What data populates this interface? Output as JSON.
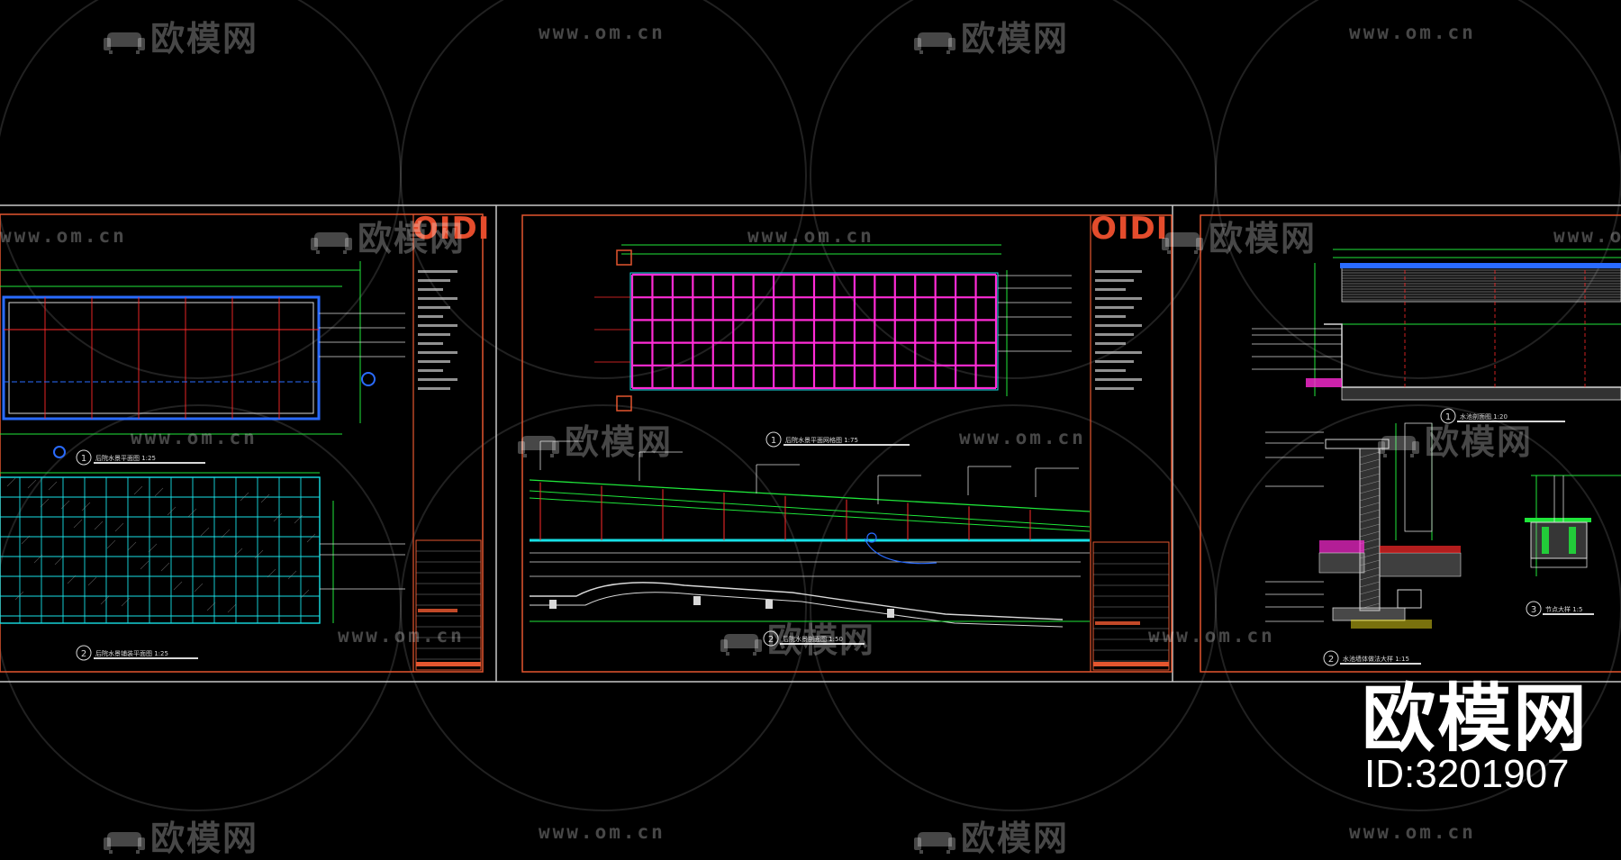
{
  "watermark": {
    "brand_cn": "欧模网",
    "url": "www.om.cn"
  },
  "corner_brand": {
    "name": "欧模网",
    "id_text": "ID:3201907"
  },
  "sheets": [
    {
      "logo": "OIDI",
      "callouts": [
        {
          "number": "1",
          "title": "后院水景平面图 1:25"
        },
        {
          "number": "2",
          "title": "后院水景铺装平面图 1:25"
        }
      ]
    },
    {
      "logo": "OIDI",
      "callouts": [
        {
          "number": "1",
          "title": "后院水景平面网格图 1:75"
        },
        {
          "number": "2",
          "title": "后院水景剖面图 1:50"
        }
      ]
    },
    {
      "logo": "",
      "callouts": [
        {
          "number": "1",
          "title": "水池剖面图 1:20"
        },
        {
          "number": "2",
          "title": "水池墙体做法大样 1:15"
        },
        {
          "number": "3",
          "title": "节点大样 1:5"
        }
      ]
    }
  ],
  "colors": {
    "background": "#000000",
    "frame": "#e4562f",
    "grid_magenta": "#ff2bd6",
    "cyan": "#18e0e6",
    "green": "#1fe63a",
    "red": "#ff2a2a",
    "yellow": "#f2e21a",
    "white_line": "#d8d8d8",
    "blue": "#2a6bff"
  }
}
